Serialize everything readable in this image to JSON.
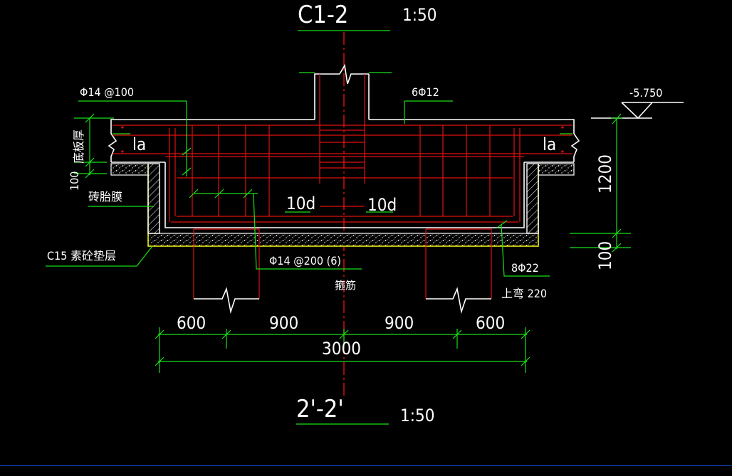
{
  "drawing": {
    "top_title": "C1-2",
    "top_scale": "1:50",
    "bottom_title": "2'-2'",
    "bottom_scale": "1:50"
  },
  "labels": {
    "top_rebar": "Φ14 @100",
    "column_bars": "6Φ12",
    "elevation": "-5.750",
    "slab_thickness": "底板厚",
    "slab_thickness_value": "100",
    "la_left": "la",
    "la_right": "la",
    "brick_membrane": "砖胎膜",
    "lean_concrete": "C15  素砼垫层",
    "ten_d_left": "10d",
    "ten_d_right": "10d",
    "bottom_rebar": "Φ14 @200 (6)",
    "stirrup": "箍筋",
    "side_bars": "8Φ22",
    "bend_up": "上弯 220",
    "height_1200": "1200",
    "height_100": "100"
  },
  "dimensions": {
    "segments": [
      "600",
      "900",
      "900",
      "600"
    ],
    "total": "3000"
  },
  "colors": {
    "background": "#000000",
    "dimension_lines": "#18e018",
    "outline": "#ffffff",
    "rebar": "#e01010",
    "cushion": "#e6e600",
    "text": "#ffffff"
  }
}
